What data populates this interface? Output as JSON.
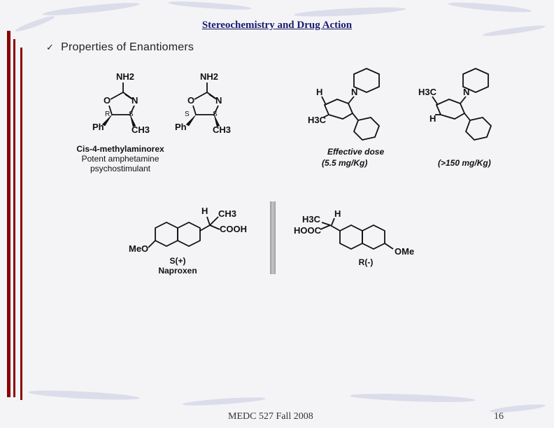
{
  "slide": {
    "title": "Stereochemistry and Drug Action",
    "bullet_mark": "✓",
    "bullet": "Properties of Enantiomers",
    "footer_course": "MEDC 527 Fall 2008",
    "page_number": "16"
  },
  "colors": {
    "accent_bar": "#8b0000",
    "title": "#1a1a6e",
    "background": "#f4f4f7"
  },
  "aminorex": {
    "nh2": "NH2",
    "o": "O",
    "n": "N",
    "left_config_1": "R",
    "left_config_2": "S",
    "right_config_1": "S",
    "right_config_2": "S",
    "ph": "Ph",
    "ch3": "CH3",
    "name": "Cis-4-methylaminorex",
    "line2": "Potent amphetamine",
    "line3": "psychostimulant"
  },
  "piperidine": {
    "h": "H",
    "n": "N",
    "h3c": "H3C",
    "dose_label": "Effective dose",
    "dose_left": "(5.5 mg/Kg)",
    "dose_right": "(>150 mg/Kg)"
  },
  "naproxen": {
    "h": "H",
    "ch3": "CH3",
    "cooh": "COOH",
    "meo": "MeO",
    "h3c": "H3C",
    "hooc": "HOOC",
    "ome": "OMe",
    "s_label": "S(+)",
    "name": "Naproxen",
    "r_label": "R(-)"
  }
}
